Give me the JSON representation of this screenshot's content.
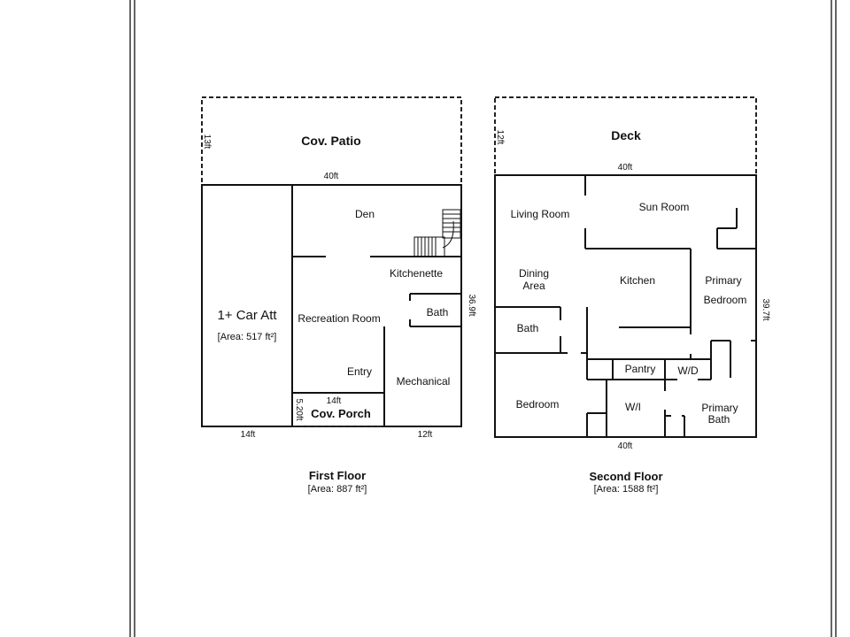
{
  "first_floor": {
    "title": "First Floor",
    "area": "[Area: 887 ft²]",
    "rooms": {
      "patio": "Cov. Patio",
      "den": "Den",
      "kitchenette": "Kitchenette",
      "bath": "Bath",
      "recreation": "Recreation Room",
      "garage": "1+ Car Att",
      "garage_area": "[Area: 517 ft²]",
      "entry": "Entry",
      "mechanical": "Mechanical",
      "porch": "Cov. Porch"
    },
    "dims": {
      "patio_depth": "13ft",
      "width": "40ft",
      "depth": "36.9ft",
      "garage_width": "14ft",
      "right_width": "12ft",
      "porch_width": "14ft",
      "porch_depth": "5.20ft"
    }
  },
  "second_floor": {
    "title": "Second Floor",
    "area": "[Area: 1588 ft²]",
    "rooms": {
      "deck": "Deck",
      "living": "Living Room",
      "sun": "Sun Room",
      "dining_1": "Dining",
      "dining_2": "Area",
      "kitchen": "Kitchen",
      "primary_bed_1": "Primary",
      "primary_bed_2": "Bedroom",
      "bath": "Bath",
      "pantry": "Pantry",
      "wd": "W/D",
      "bedroom": "Bedroom",
      "wi": "W/I",
      "primary_bath_1": "Primary",
      "primary_bath_2": "Bath"
    },
    "dims": {
      "deck_depth": "12ft",
      "deck_width": "40ft",
      "depth": "39.7ft",
      "width": "40ft"
    }
  }
}
